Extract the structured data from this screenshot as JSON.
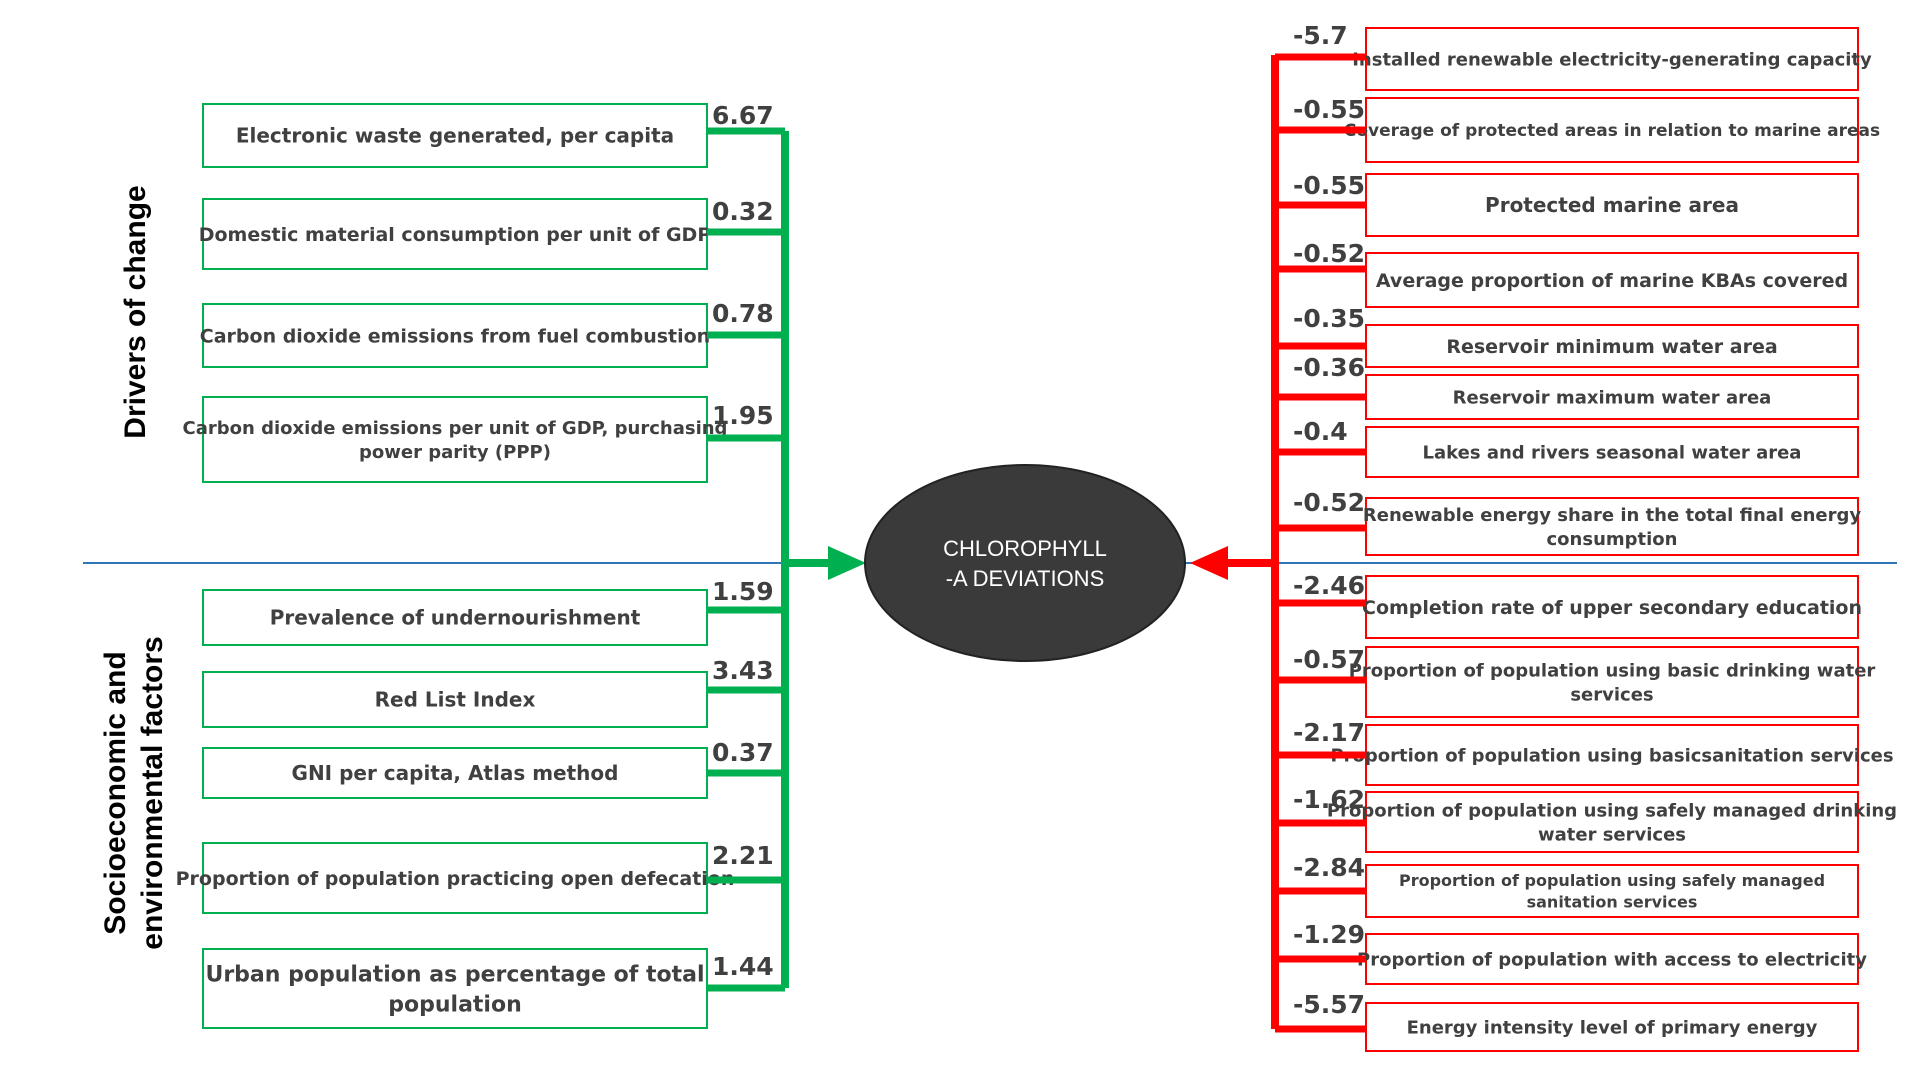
{
  "center": {
    "lines": [
      "CHLOROPHYLL",
      "-A DEVIATIONS"
    ]
  },
  "side_labels": {
    "drivers": [
      "Drivers of change"
    ],
    "socio": [
      "Socioeconomic and",
      "environmental factors"
    ]
  },
  "colors": {
    "positive": "#00b050",
    "negative": "#ff0000",
    "divider": "#2e75b6",
    "ellipse": "#3a3a3a"
  },
  "left_items": [
    {
      "lines": [
        "Electronic waste generated, per capita"
      ],
      "value": "6.67"
    },
    {
      "lines": [
        "Domestic material consumption per unit of GDP"
      ],
      "value": "0.32"
    },
    {
      "lines": [
        "Carbon dioxide emissions from fuel combustion"
      ],
      "value": "0.78"
    },
    {
      "lines": [
        "Carbon dioxide emissions per unit of GDP, purchasing",
        "power parity (PPP)"
      ],
      "value": "1.95"
    },
    {
      "lines": [
        "Prevalence of undernourishment"
      ],
      "value": "1.59"
    },
    {
      "lines": [
        "Red List Index"
      ],
      "value": "3.43"
    },
    {
      "lines": [
        "GNI per capita, Atlas method"
      ],
      "value": "0.37"
    },
    {
      "lines": [
        "Proportion of population practicing open defecation"
      ],
      "value": "2.21"
    },
    {
      "lines": [
        "Urban population as percentage of total",
        "population"
      ],
      "value": "1.44"
    }
  ],
  "right_items": [
    {
      "lines": [
        "Installed renewable electricity-generating capacity"
      ],
      "value": "-5.7"
    },
    {
      "lines": [
        "Coverage of protected areas in relation to marine areas"
      ],
      "value": "-0.55"
    },
    {
      "lines": [
        "Protected marine area"
      ],
      "value": "-0.55"
    },
    {
      "lines": [
        "Average proportion of marine KBAs covered"
      ],
      "value": "-0.52"
    },
    {
      "lines": [
        "Reservoir minimum water area"
      ],
      "value": "-0.35"
    },
    {
      "lines": [
        "Reservoir maximum water area"
      ],
      "value": "-0.36"
    },
    {
      "lines": [
        "Lakes and rivers seasonal water area"
      ],
      "value": "-0.4"
    },
    {
      "lines": [
        "Renewable energy share in the total final energy",
        "consumption"
      ],
      "value": "-0.52"
    },
    {
      "lines": [
        "Completion rate of upper secondary education"
      ],
      "value": "-2.46"
    },
    {
      "lines": [
        "Proportion of population using basic drinking water",
        "services"
      ],
      "value": "-0.57"
    },
    {
      "lines": [
        "Proportion of population using basicsanitation services"
      ],
      "value": "-2.17"
    },
    {
      "lines": [
        "Proportion of population using safely managed drinking",
        "water services"
      ],
      "value": "-1.62"
    },
    {
      "lines": [
        "Proportion of population using safely managed",
        "sanitation services"
      ],
      "value": "-2.84"
    },
    {
      "lines": [
        "Proportion of population with access to electricity"
      ],
      "value": "-1.29"
    },
    {
      "lines": [
        "Energy intensity level of primary energy"
      ],
      "value": "-5.57"
    }
  ]
}
